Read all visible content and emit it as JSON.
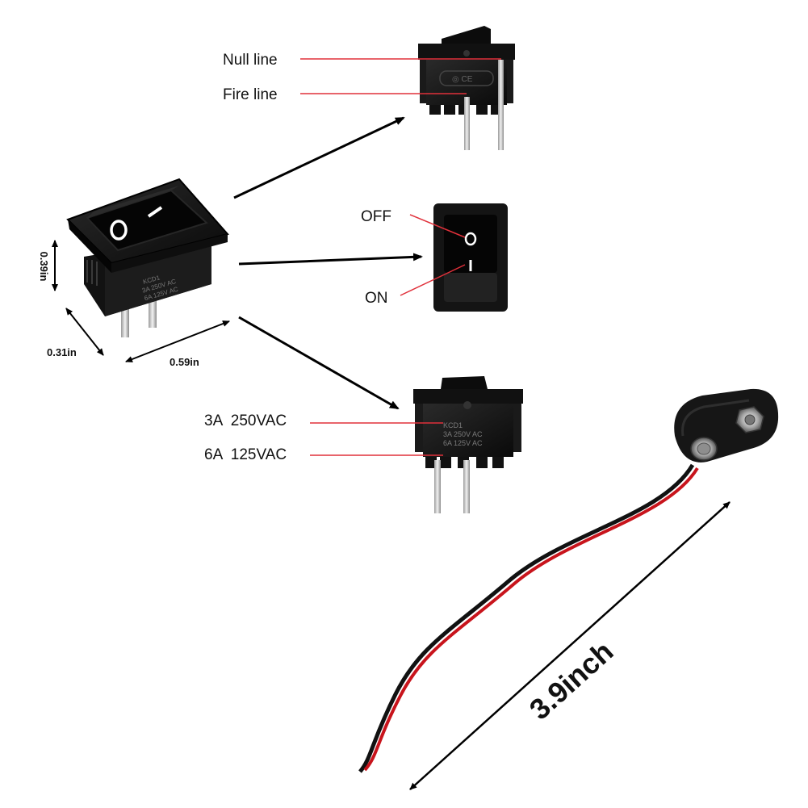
{
  "labels": {
    "null_line": "Null line",
    "fire_line": "Fire line",
    "off": "OFF",
    "on": "ON",
    "rating_1": "3A  250VAC",
    "rating_2": "6A  125VAC",
    "cable_length": "3.9inch"
  },
  "dimensions": {
    "height": "0.39in",
    "depth": "0.31in",
    "width": "0.59in"
  },
  "switch_markings": {
    "symbol_o": "O",
    "symbol_i": "I",
    "model": "KCD1",
    "line_1": "3A 250V AC",
    "line_2": "6A 125V AC"
  },
  "colors": {
    "leader_line": "#e0303a",
    "switch_body": "#151515",
    "arrow": "#000000",
    "wire_red": "#c8141c",
    "wire_black": "#111111"
  }
}
